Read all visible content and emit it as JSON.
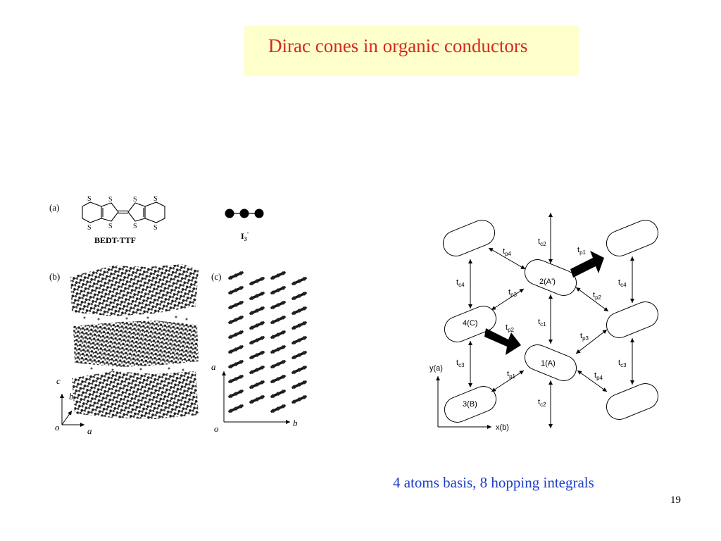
{
  "slide": {
    "title": "Dirac cones in organic conductors",
    "caption": "4 atoms basis, 8 hopping integrals",
    "page_number": "19"
  },
  "figure_left": {
    "panel_a_label": "(a)",
    "panel_b_label": "(b)",
    "panel_c_label": "(c)",
    "molecule_name": "BEDT-TTF",
    "atom_label": "S",
    "ion_symbol": "I",
    "ion_subscript": "3",
    "ion_charge": "-",
    "axes_b": {
      "c": "c",
      "b": "b",
      "o": "o",
      "a": "a"
    },
    "axes_c": {
      "a": "a",
      "o": "o",
      "b": "b"
    }
  },
  "figure_right": {
    "molecules": [
      "2(A')",
      "4(C)",
      "1(A)",
      "3(B)"
    ],
    "axis_y": "y(a)",
    "axis_x": "x(b)",
    "hopping_base": "t",
    "hoppings": {
      "c2_top": "c2",
      "c2_bottom": "c2",
      "c1": "c1",
      "c4_left": "c4",
      "c4_right": "c4",
      "c3_left": "c3",
      "c3_right": "c3",
      "p1_top": "p1",
      "p1_bottom": "p1",
      "p2_top": "p2",
      "p2_bottom": "p2",
      "p3_top": "p3",
      "p3_bottom": "p3",
      "p4_top": "p4",
      "p4_bottom": "p4"
    }
  }
}
